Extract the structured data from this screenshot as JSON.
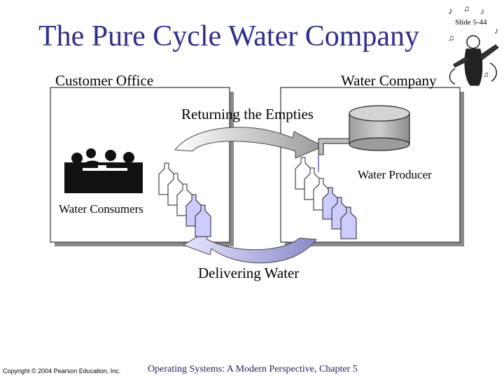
{
  "slide": {
    "title": "The Pure Cycle Water Company",
    "slide_number": "Slide 5-44"
  },
  "diagram": {
    "customer_office_label": "Customer Office",
    "water_company_label": "Water Company",
    "returning_label": "Returning the Empties",
    "delivering_label": "Delivering Water",
    "consumers_label": "Water Consumers",
    "producer_label": "Water Producer"
  },
  "footer": {
    "copyright": "Copyright © 2004 Pearson Education, Inc.",
    "course": "Operating Systems: A Modern Perspective, Chapter 5"
  },
  "colors": {
    "title": "#2e2e8c",
    "full_bottle": "#ccccff",
    "tank": "#bcbcbc"
  }
}
